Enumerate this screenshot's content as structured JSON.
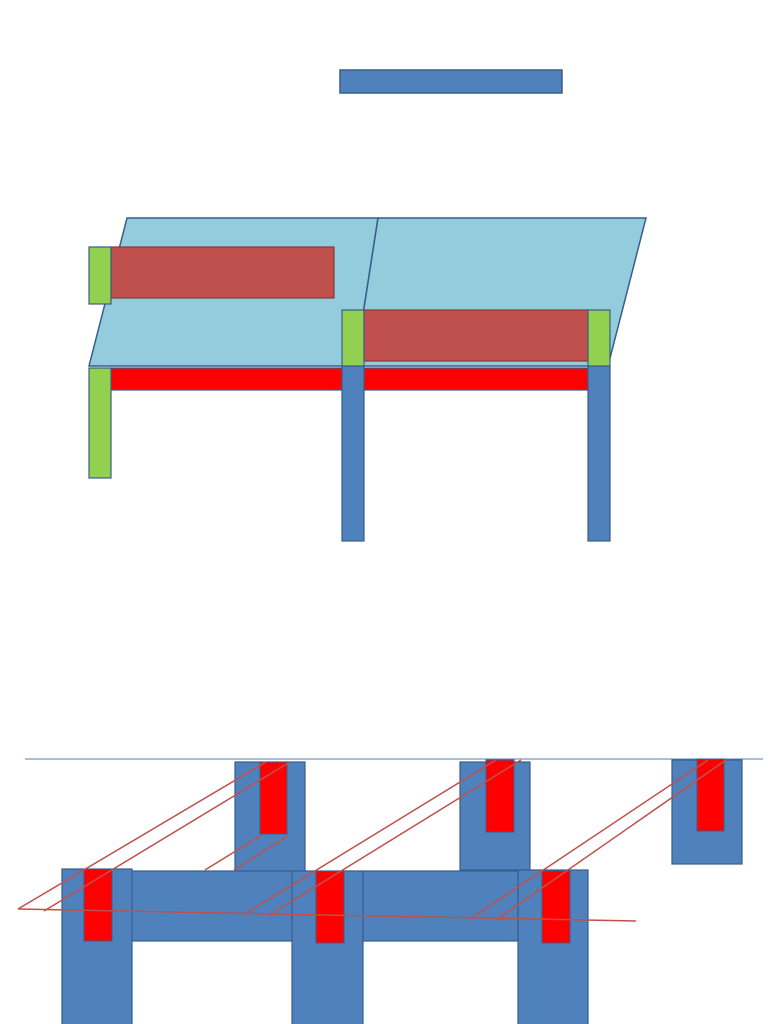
{
  "colors": {
    "blue": "#4f81bd",
    "blue_stroke": "#385d8a",
    "light_blue": "#93cddd",
    "green": "#92d050",
    "dark_red": "#c0504d",
    "red": "#ff0000",
    "line_red": "#c0504d",
    "line_blue": "#4f81bd",
    "background": "#ffffff"
  },
  "figures": {
    "top": {
      "description_shapes": [
        "title-bar",
        "slab-left",
        "slab-right",
        "beams",
        "columns",
        "column-caps",
        "wall-panels"
      ]
    },
    "bottom": {
      "description_shapes": [
        "ground-line",
        "upper-blocks",
        "lower-frame",
        "rebar-inserts",
        "diagonal-guides"
      ]
    }
  }
}
